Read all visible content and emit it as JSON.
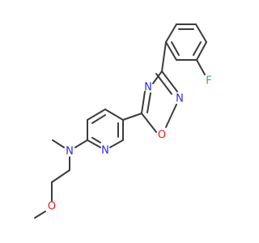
{
  "molecule": {
    "atom_labels": {
      "fluorine": "F",
      "oxadiazole_n4": "N",
      "oxadiazole_n2": "N",
      "oxadiazole_o1": "O",
      "pyridine_n": "N",
      "amine_n": "N",
      "ether_o": "O"
    },
    "colors": {
      "bond": "#3c3c3c",
      "nitrogen": "#2a2ae8",
      "oxygen": "#e8201a",
      "fluorine": "#33bb33"
    }
  }
}
